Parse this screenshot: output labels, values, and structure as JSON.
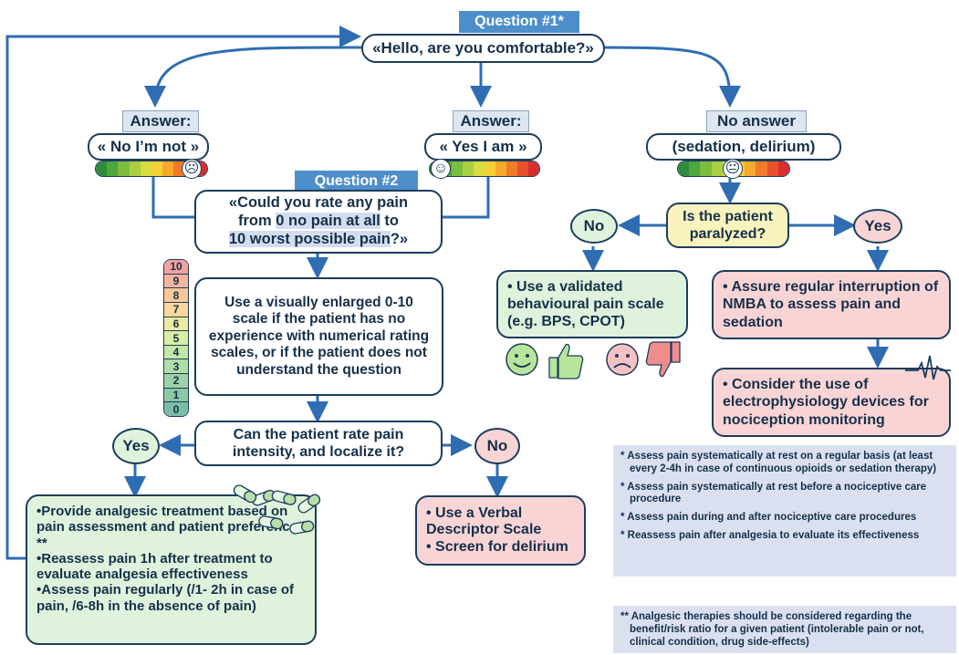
{
  "q1": {
    "tag": "Question #1*",
    "text": "«Hello, are you comfortable?»"
  },
  "answers": {
    "no": {
      "label": "Answer:",
      "text": "« No I’m not »"
    },
    "yes": {
      "label": "Answer:",
      "text": "« Yes I am »"
    },
    "none": {
      "label": "No answer",
      "text": "(sedation, delirium)"
    }
  },
  "q2": {
    "tag": "Question #2",
    "line1": "«Could you rate any pain",
    "line2_pre": "from ",
    "line2_hl": "0 no pain at all",
    "line2_post": " to",
    "line3_hl": "10 worst possible pain",
    "line3_post": "?»"
  },
  "enlarged": {
    "text": "Use a visually enlarged 0-10 scale if the patient has no experience with numerical rating scales, or if the patient does not understand the question"
  },
  "nrs": {
    "levels": [
      "10",
      "9",
      "8",
      "7",
      "6",
      "5",
      "4",
      "3",
      "2",
      "1",
      "0"
    ],
    "colors": [
      "#f2a3a0",
      "#f6b49c",
      "#f8c79a",
      "#fad89b",
      "#eaeaa1",
      "#d8eea4",
      "#c4e6a6",
      "#b0dca7",
      "#9ed2a6",
      "#8cc8a6",
      "#7bbea5"
    ]
  },
  "can_rate": {
    "text": "Can the patient rate pain intensity, and localize it?"
  },
  "yes_left": {
    "label": "Yes"
  },
  "no_mid": {
    "label": "No"
  },
  "provide": {
    "items": [
      "•Provide analgesic treatment based on pain assessment and patient preferences **",
      "•Reassess pain 1h after treatment to evaluate analgesia effectiveness",
      "•Assess pain regularly (/1- 2h in case of pain, /6-8h in the absence of pain)"
    ]
  },
  "verbal": {
    "items": [
      "• Use a Verbal Descriptor Scale",
      "• Screen for delirium"
    ]
  },
  "paralyzed": {
    "text": "Is the patient paralyzed?"
  },
  "no_right": {
    "label": "No"
  },
  "yes_right": {
    "label": "Yes"
  },
  "behavioural": {
    "text": "• Use a validated behavioural pain scale (e.g. BPS, CPOT)"
  },
  "nmba": {
    "text": "• Assure regular interruption of NMBA to assess pain and sedation"
  },
  "electro": {
    "text": "• Consider the use of electrophysiology devices for nociception monitoring"
  },
  "notes": {
    "items": [
      "* Assess pain systematically at rest on a regular basis (at least every 2-4h in case of continuous opioids or sedation therapy)",
      "* Assess pain systematically at rest before a nociceptive care procedure",
      "* Assess pain during and after nociceptive care procedures",
      "* Reassess pain after analgesia to evaluate its effectiveness"
    ]
  },
  "note2": {
    "text": "** Analgesic therapies should be considered regarding the benefit/risk ratio for a given patient (intolerable pain or not, clinical condition, drug side-effects)"
  },
  "colors": {
    "navy": "#1d3d5c",
    "arrow": "#2f6db3",
    "tag": "#4e8fcb",
    "green_fill": "#dff3dc",
    "pink_fill": "#f9d4d4",
    "yellow_fill": "#fbf3bd",
    "note_fill": "#dbe0f1"
  },
  "scale_colors": [
    "#2f8c3a",
    "#4ea63d",
    "#7cbd3f",
    "#a9cf41",
    "#d7dc3f",
    "#f5cf35",
    "#f6a92c",
    "#f07c2a",
    "#e8512b",
    "#d92e2e"
  ]
}
